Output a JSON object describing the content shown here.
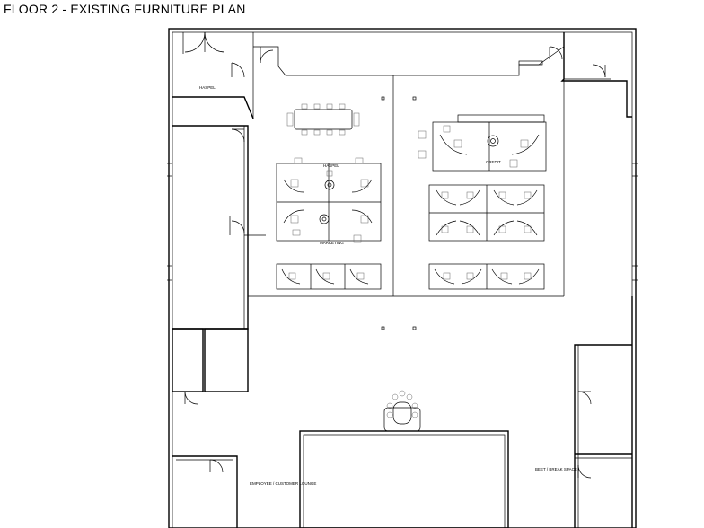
{
  "title": "FLOOR 2 - EXISTING FURNITURE PLAN",
  "labels": {
    "haspel_room": "HASPEL",
    "haspel_cluster": "HASPEL",
    "marketing": "MARKETING",
    "credit": "CREDIT",
    "lounge": "EMPLOYEE / CUSTOMER LOUNGE",
    "break_space": "BEET / BREAK SPACE"
  }
}
